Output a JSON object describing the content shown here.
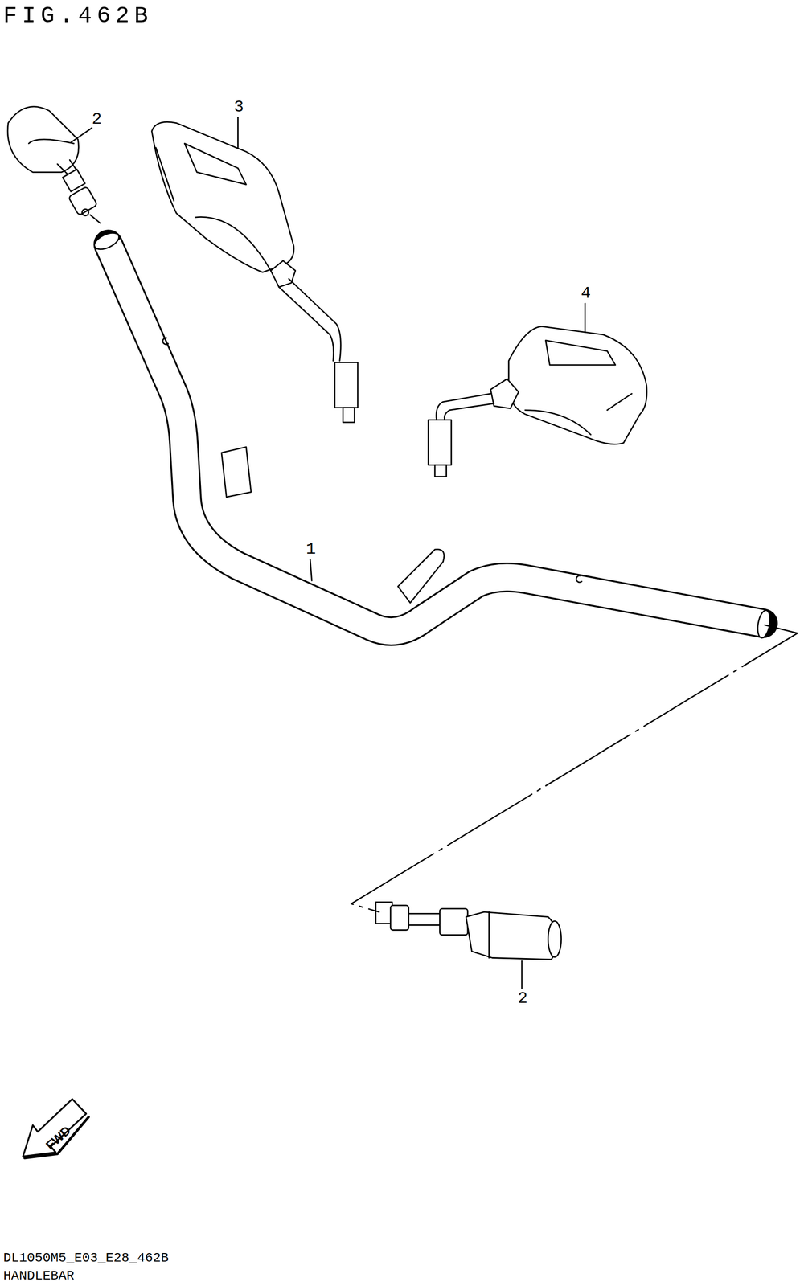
{
  "diagram": {
    "title": "FIG.462B",
    "labels": [
      "2",
      "3",
      "4",
      "1",
      "2",
      "FWD",
      "DL1050M5_E03_E28_462B",
      "HANDLEBAR"
    ]
  }
}
